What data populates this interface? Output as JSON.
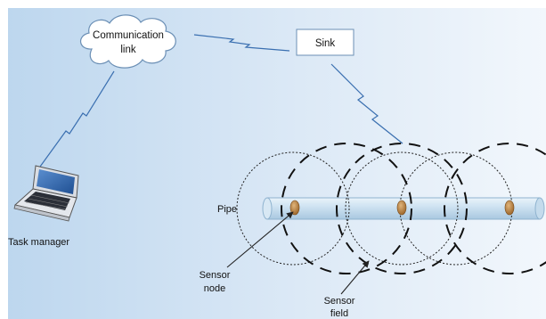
{
  "labels": {
    "communication_link_line1": "Communication",
    "communication_link_line2": "link",
    "sink": "Sink",
    "pipe": "Pipe",
    "task_manager": "Task manager",
    "sensor_node_line1": "Sensor",
    "sensor_node_line2": "node",
    "sensor_field_line1": "Sensor",
    "sensor_field_line2": "field"
  },
  "icons": {
    "laptop": "laptop-icon",
    "cloud": "cloud-icon",
    "wireless_link": "lightning-link-icon",
    "sensor": "sensor-node-icon"
  },
  "colors": {
    "background_left": "#bfd8ef",
    "background_right": "#eef4fb",
    "pipe_fill": "#cfe3f2",
    "pipe_stroke": "#8fb3cf",
    "sensor_node": "#b07a3a",
    "wireless_link": "#3a6fb0",
    "circle_stroke": "#111111"
  }
}
